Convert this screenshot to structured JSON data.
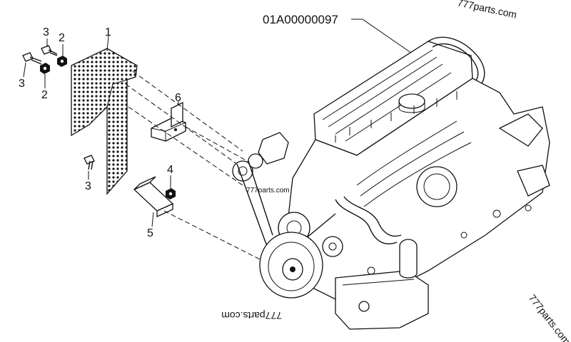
{
  "diagram": {
    "part_number": "01A00000097",
    "callouts": {
      "c1": "1",
      "c2a": "2",
      "c2b": "2",
      "c3a": "3",
      "c3b": "3",
      "c3c": "3",
      "c4": "4",
      "c5": "5",
      "c6": "6"
    },
    "watermarks": {
      "top_right": "777parts.com",
      "bottom_center": "777parts.com",
      "bottom_right": "777parts.com",
      "engine_center": "777parts.com"
    }
  }
}
